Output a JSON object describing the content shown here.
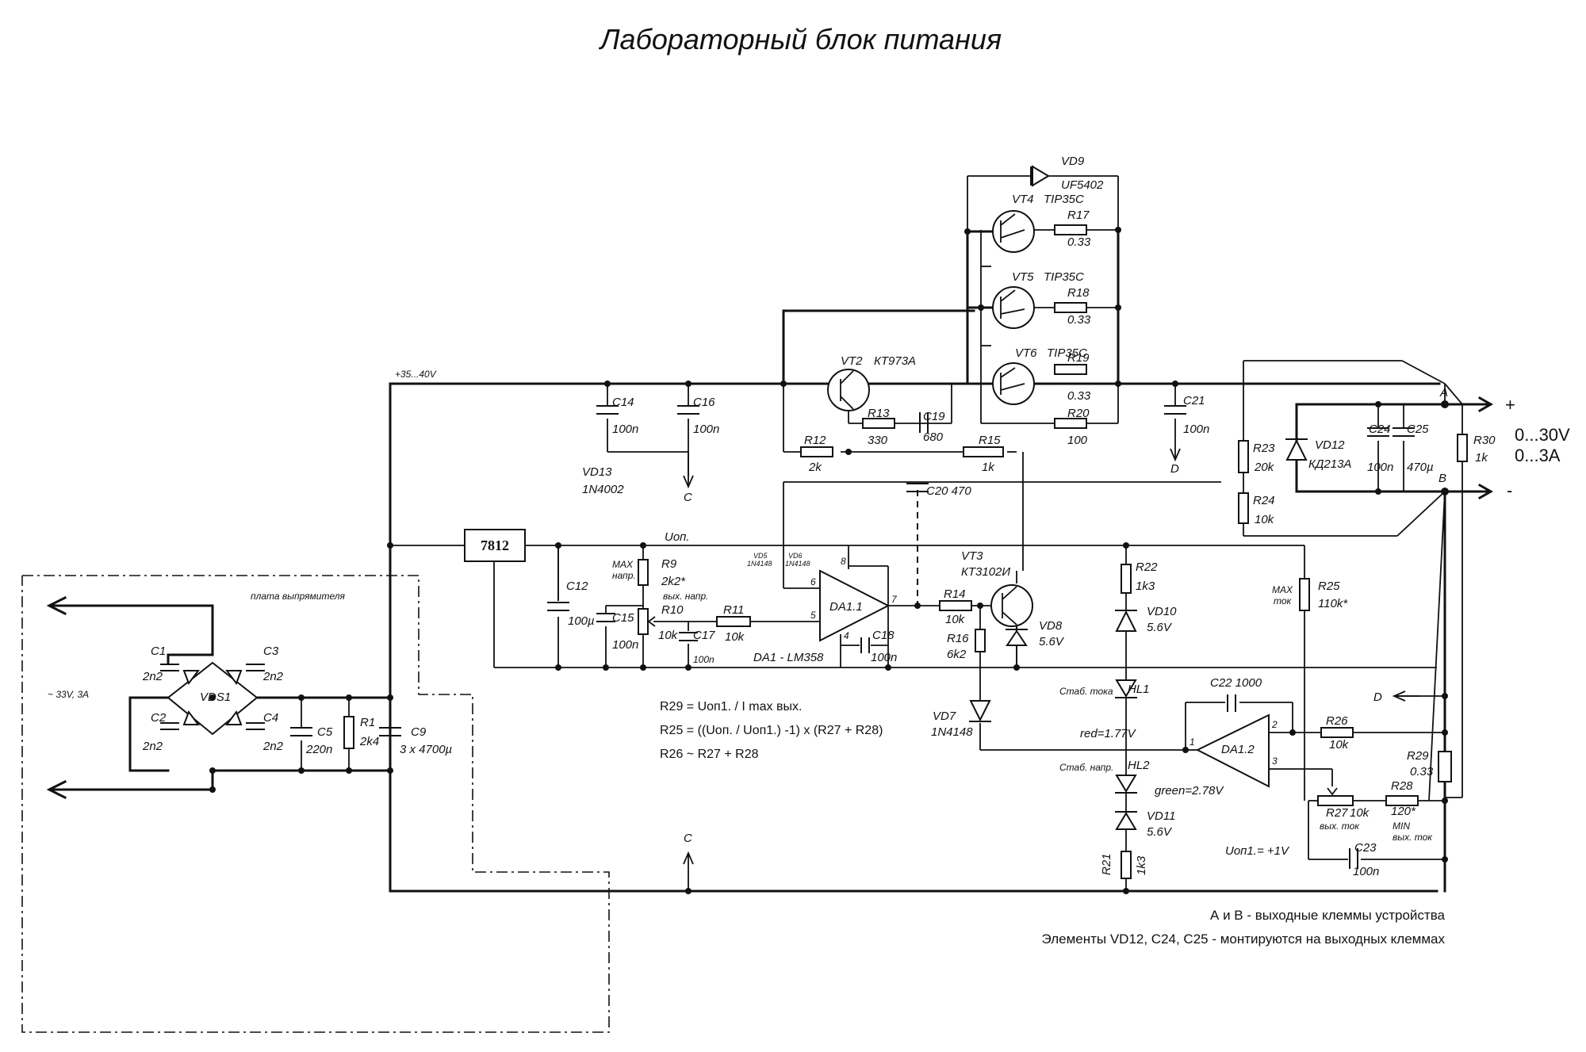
{
  "title": "Лабораторный  блок  питания",
  "supply": {
    "rail_label": "+35...40V",
    "uop_label": "Uоп.",
    "regulator": "7812",
    "uop1_label": "Uоп1.= +1V"
  },
  "rectifier": {
    "board_label": "плата  выпрямителя",
    "input_label": "~ 33V, 3A",
    "bridge": "VDS1",
    "c1": "C1",
    "c1v": "2n2",
    "c2": "C2",
    "c2v": "2n2",
    "c3": "C3",
    "c3v": "2n2",
    "c4": "C4",
    "c4v": "2n2",
    "c5": "C5",
    "c5v": "220n",
    "r1": "R1",
    "r1v": "2k4",
    "c9": "C9",
    "c9v": "3 x 4700µ"
  },
  "power_stage": {
    "vd9": "VD9",
    "vd9_type": "UF5402",
    "vt4": "VT4",
    "vt4_type": "TIP35C",
    "vt5": "VT5",
    "vt5_type": "TIP35C",
    "vt6": "VT6",
    "vt6_type": "TIP35C",
    "r17": "R17",
    "r17v": "0.33",
    "r18": "R18",
    "r18v": "0.33",
    "r19": "R19",
    "r19v": "0.33",
    "r20": "R20",
    "r20v": "100",
    "vt2": "VT2",
    "vt2_type": "КТ973А",
    "r12": "R12",
    "r12v": "2k",
    "r13": "R13",
    "r13v": "330",
    "c19": "C19",
    "c19v": "680",
    "r15": "R15",
    "r15v": "1k",
    "c14": "C14",
    "c14v": "100n",
    "c16": "C16",
    "c16v": "100n",
    "vd13": "VD13",
    "vd13_type": "1N4002",
    "c21": "C21",
    "c21v": "100n"
  },
  "control": {
    "c20": "C20   470",
    "c12": "C12",
    "c12v": "100µ",
    "c15": "C15",
    "c15v": "100n",
    "r9": "R9",
    "r9v": "2k2*",
    "r9_note": "MAX",
    "r9_note2": "напр.",
    "r10": "R10",
    "r10v": "10k",
    "r10_note": "вых. напр.",
    "c17": "C17",
    "c17v": "100n",
    "r11": "R11",
    "r11v": "10k",
    "vd5": "VD5",
    "vd5_type": "1N4148",
    "vd6": "VD6",
    "vd6_type": "1N4148",
    "da11": "DA1.1",
    "da1_type": "DA1 -  LM358",
    "c18": "C18",
    "c18v": "100n",
    "pin8": "8",
    "pin6": "6",
    "pin5": "5",
    "pin4": "4",
    "pin7": "7",
    "r14": "R14",
    "r14v": "10k",
    "r16": "R16",
    "r16v": "6k2",
    "vt3": "VT3",
    "vt3_type": "КТ3102И",
    "vd8": "VD8",
    "vd8v": "5.6V",
    "vd7": "VD7",
    "vd7_type": "1N4148"
  },
  "indicators": {
    "r22": "R22",
    "r22v": "1k3",
    "vd10": "VD10",
    "vd10v": "5.6V",
    "hl1_note": "Стаб. тока",
    "hl1": "HL1",
    "hl1_color": "red=1.77V",
    "hl2_note": "Стаб. напр.",
    "hl2": "HL2",
    "hl2_color": "green=2.78V",
    "vd11": "VD11",
    "vd11v": "5.6V",
    "r21": "R21",
    "r21v": "1k3"
  },
  "current_loop": {
    "c22": "C22  1000",
    "da12": "DA1.2",
    "p1": "1",
    "p2": "2",
    "p3": "3",
    "r26": "R26",
    "r26v": "10k",
    "r27": "R27",
    "r27v": "10k",
    "r27_note": "вых. ток",
    "r28": "R28",
    "r28v": "120*",
    "r28_note": "MIN",
    "r28_note2": "вых. ток",
    "r29": "R29",
    "r29v": "0.33",
    "c23": "C23",
    "c23v": "100n",
    "r25": "R25",
    "r25v": "110k*",
    "r25_note": "MAX",
    "r25_note2": "ток"
  },
  "output": {
    "r23": "R23",
    "r23v": "20k",
    "r24": "R24",
    "r24v": "10k",
    "vd12": "VD12",
    "vd12_type": "КД213А",
    "c24": "C24",
    "c24v": "100n",
    "c25": "C25",
    "c25v": "470µ",
    "r30": "R30",
    "r30v": "1k",
    "node_a": "A",
    "node_b": "B",
    "plus": "+",
    "minus": "-",
    "range_v": "0...30V",
    "range_i": "0...3A"
  },
  "nets": {
    "c": "C",
    "d": "D"
  },
  "formulas": [
    "R29 = Uоп1. / I max вых.",
    "R25 = ((Uоп. / Uоп1.) -1) x (R27 + R28)",
    "R26 ~  R27 + R28"
  ],
  "notes": [
    "А и В - выходные клеммы устройства",
    "Элементы VD12, C24, C25 - монтируются на выходных клеммах"
  ]
}
